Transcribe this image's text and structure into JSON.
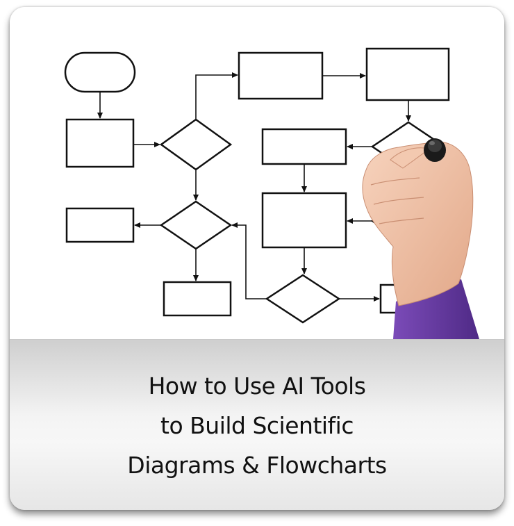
{
  "caption": {
    "lines": [
      "How to Use AI Tools",
      "to Build Scientific",
      "Diagrams & Flowcharts"
    ]
  },
  "colors": {
    "stroke": "#111111",
    "sleeve": "#6b3fa6",
    "skin": "#f1c3a7",
    "marker": "#1a1a1a"
  },
  "icons": {
    "illustration": "hand-drawing-flowchart"
  }
}
